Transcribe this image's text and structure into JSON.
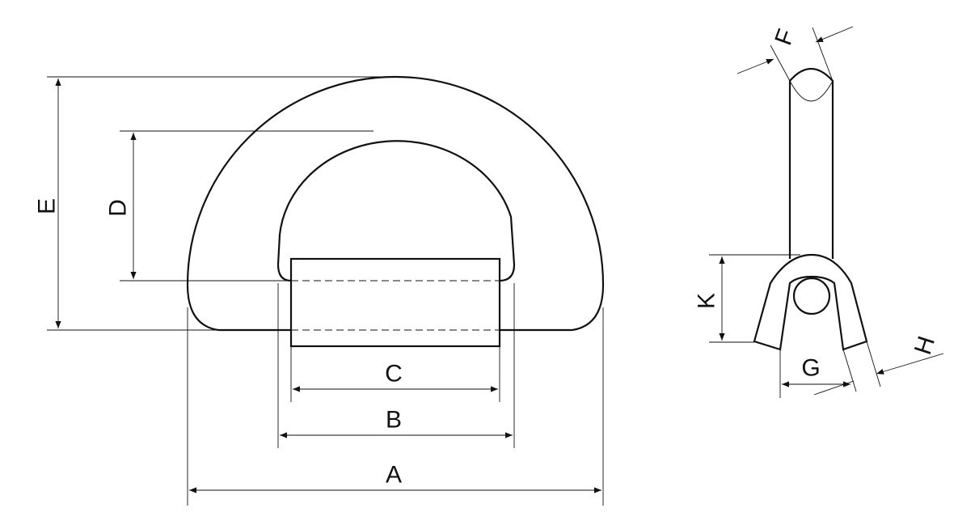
{
  "dimensions": {
    "A": "A",
    "B": "B",
    "C": "C",
    "D": "D",
    "E": "E",
    "F": "F",
    "G": "G",
    "H": "H",
    "K": "K"
  }
}
